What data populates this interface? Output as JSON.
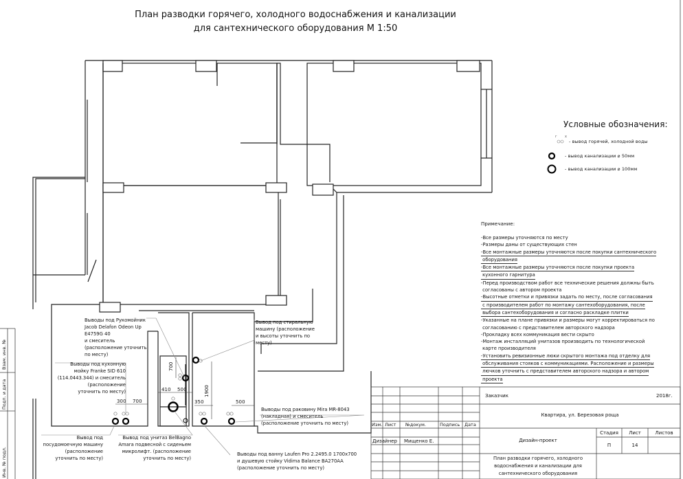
{
  "title": {
    "line1": "План разводки горячего, холодного водоснабжения и канализации",
    "line2": "для сантехнического оборудования М 1:50"
  },
  "legend": {
    "heading": "Условные обозначения:",
    "items": [
      {
        "icon": "hot-cold-water-outlet-icon",
        "label": "- вывод горячей, холодной воды"
      },
      {
        "icon": "sewer-50-icon",
        "label": "- вывод канализации  ⌀ 50мм"
      },
      {
        "icon": "sewer-100-icon",
        "label": "- вывод канализации  ⌀ 100мм"
      }
    ],
    "hot_mark": "г",
    "cold_mark": "х"
  },
  "notes": {
    "heading": "Примечание:",
    "lines": [
      "-Все размеры уточняются по месту",
      "-Размеры даны от существующих стен",
      "-Все монтажные размеры уточняются после покупки сантехнического",
      " оборудования",
      "-Все монтажные размеры уточняются после покупки проекта",
      " кухонного гарнитура",
      "-Перед производством работ все технические решения должны быть",
      " согласованы с автором проекта",
      "-Высотные отметки и привязки задать по месту, после согласования",
      " с производителем работ по монтажу сантехоборудования, после",
      " выбора сантехоборудования и согласно раскладке плитки",
      "-Указанные на плане привязки и размеры могут корректироваться по",
      " согласованию с представителем авторского надзора",
      "-Прокладку всех коммуникация вести скрыто",
      "-Монтаж инсталляций унитазов производить по технологической",
      " карте производителя",
      "-Установить ревизионные люки скрытого монтажа под отделку для",
      " обслуживания стояков с коммуникациями. Расположение и размеры",
      " лючков уточнить с представителем авторского надзора и автором",
      " проекта"
    ]
  },
  "annotations": {
    "washbasin": [
      "Выводы под Рукомойник",
      "Jacob Delafon Odeon Up",
      "E4759G 40",
      "и смеситель",
      "(расположение уточнить",
      "по месту)"
    ],
    "kitchen_sink": [
      "Выводы под кухонную",
      "мойку Franke SID 610",
      "(114.0443.344) и смеситель",
      "(расположение",
      "уточнить по месту)"
    ],
    "washing_machine": [
      "Вывод под стиральную",
      "машину (расположение",
      "и высоты уточнить по",
      "месту)"
    ],
    "bathroom_sink": [
      "Выводы под раковину Mira MR-8043",
      "(накладная) и смеситель",
      "(расположение уточнить по месту)"
    ],
    "dishwasher": [
      "Вывод под",
      "посудомоечную машину",
      "(расположение",
      "уточнить по месту)"
    ],
    "toilet": [
      "Вывод под унитаз BelBagno",
      "Amara подвесной с сиденьем",
      "микролифт. (расположение",
      "уточнить по месту)"
    ],
    "bathtub": [
      "Выводы под ванну Laufen Pro 2.2495.0 1700х700",
      "и душевую стойку Vidima Balance BA270AA",
      "(расположение уточнить по месту)"
    ]
  },
  "dimensions": {
    "d300": "300",
    "d700a": "700",
    "d410": "410",
    "d500a": "500",
    "d700b": "700",
    "d350": "350",
    "d1900": "1900",
    "d500b": "500"
  },
  "title_block": {
    "customer_label": "Заказчик",
    "year": "2018г.",
    "object": "Квартира, ул. Березовая роща",
    "headers": {
      "izm": "Изм.",
      "list": "Лист",
      "doc": "№докум.",
      "sign": "Подпись",
      "date": "Дата"
    },
    "role": "Дизайнер",
    "designer": "Мищенко Е.",
    "project_type": "Дизайн-проект",
    "stage_label": "Стадия",
    "sheet_label": "Лист",
    "sheets_label": "Листов",
    "stage": "П",
    "sheet": "14",
    "sheet_title": [
      "План разводки горячего, холодного",
      "водоснабжения и канализации для",
      "сантехнического оборудования"
    ]
  },
  "side_stamp": {
    "inv_orig": "Инв. № подл.",
    "sign_date": "Подп. и дата",
    "vzam": "Взам. инв. №"
  }
}
